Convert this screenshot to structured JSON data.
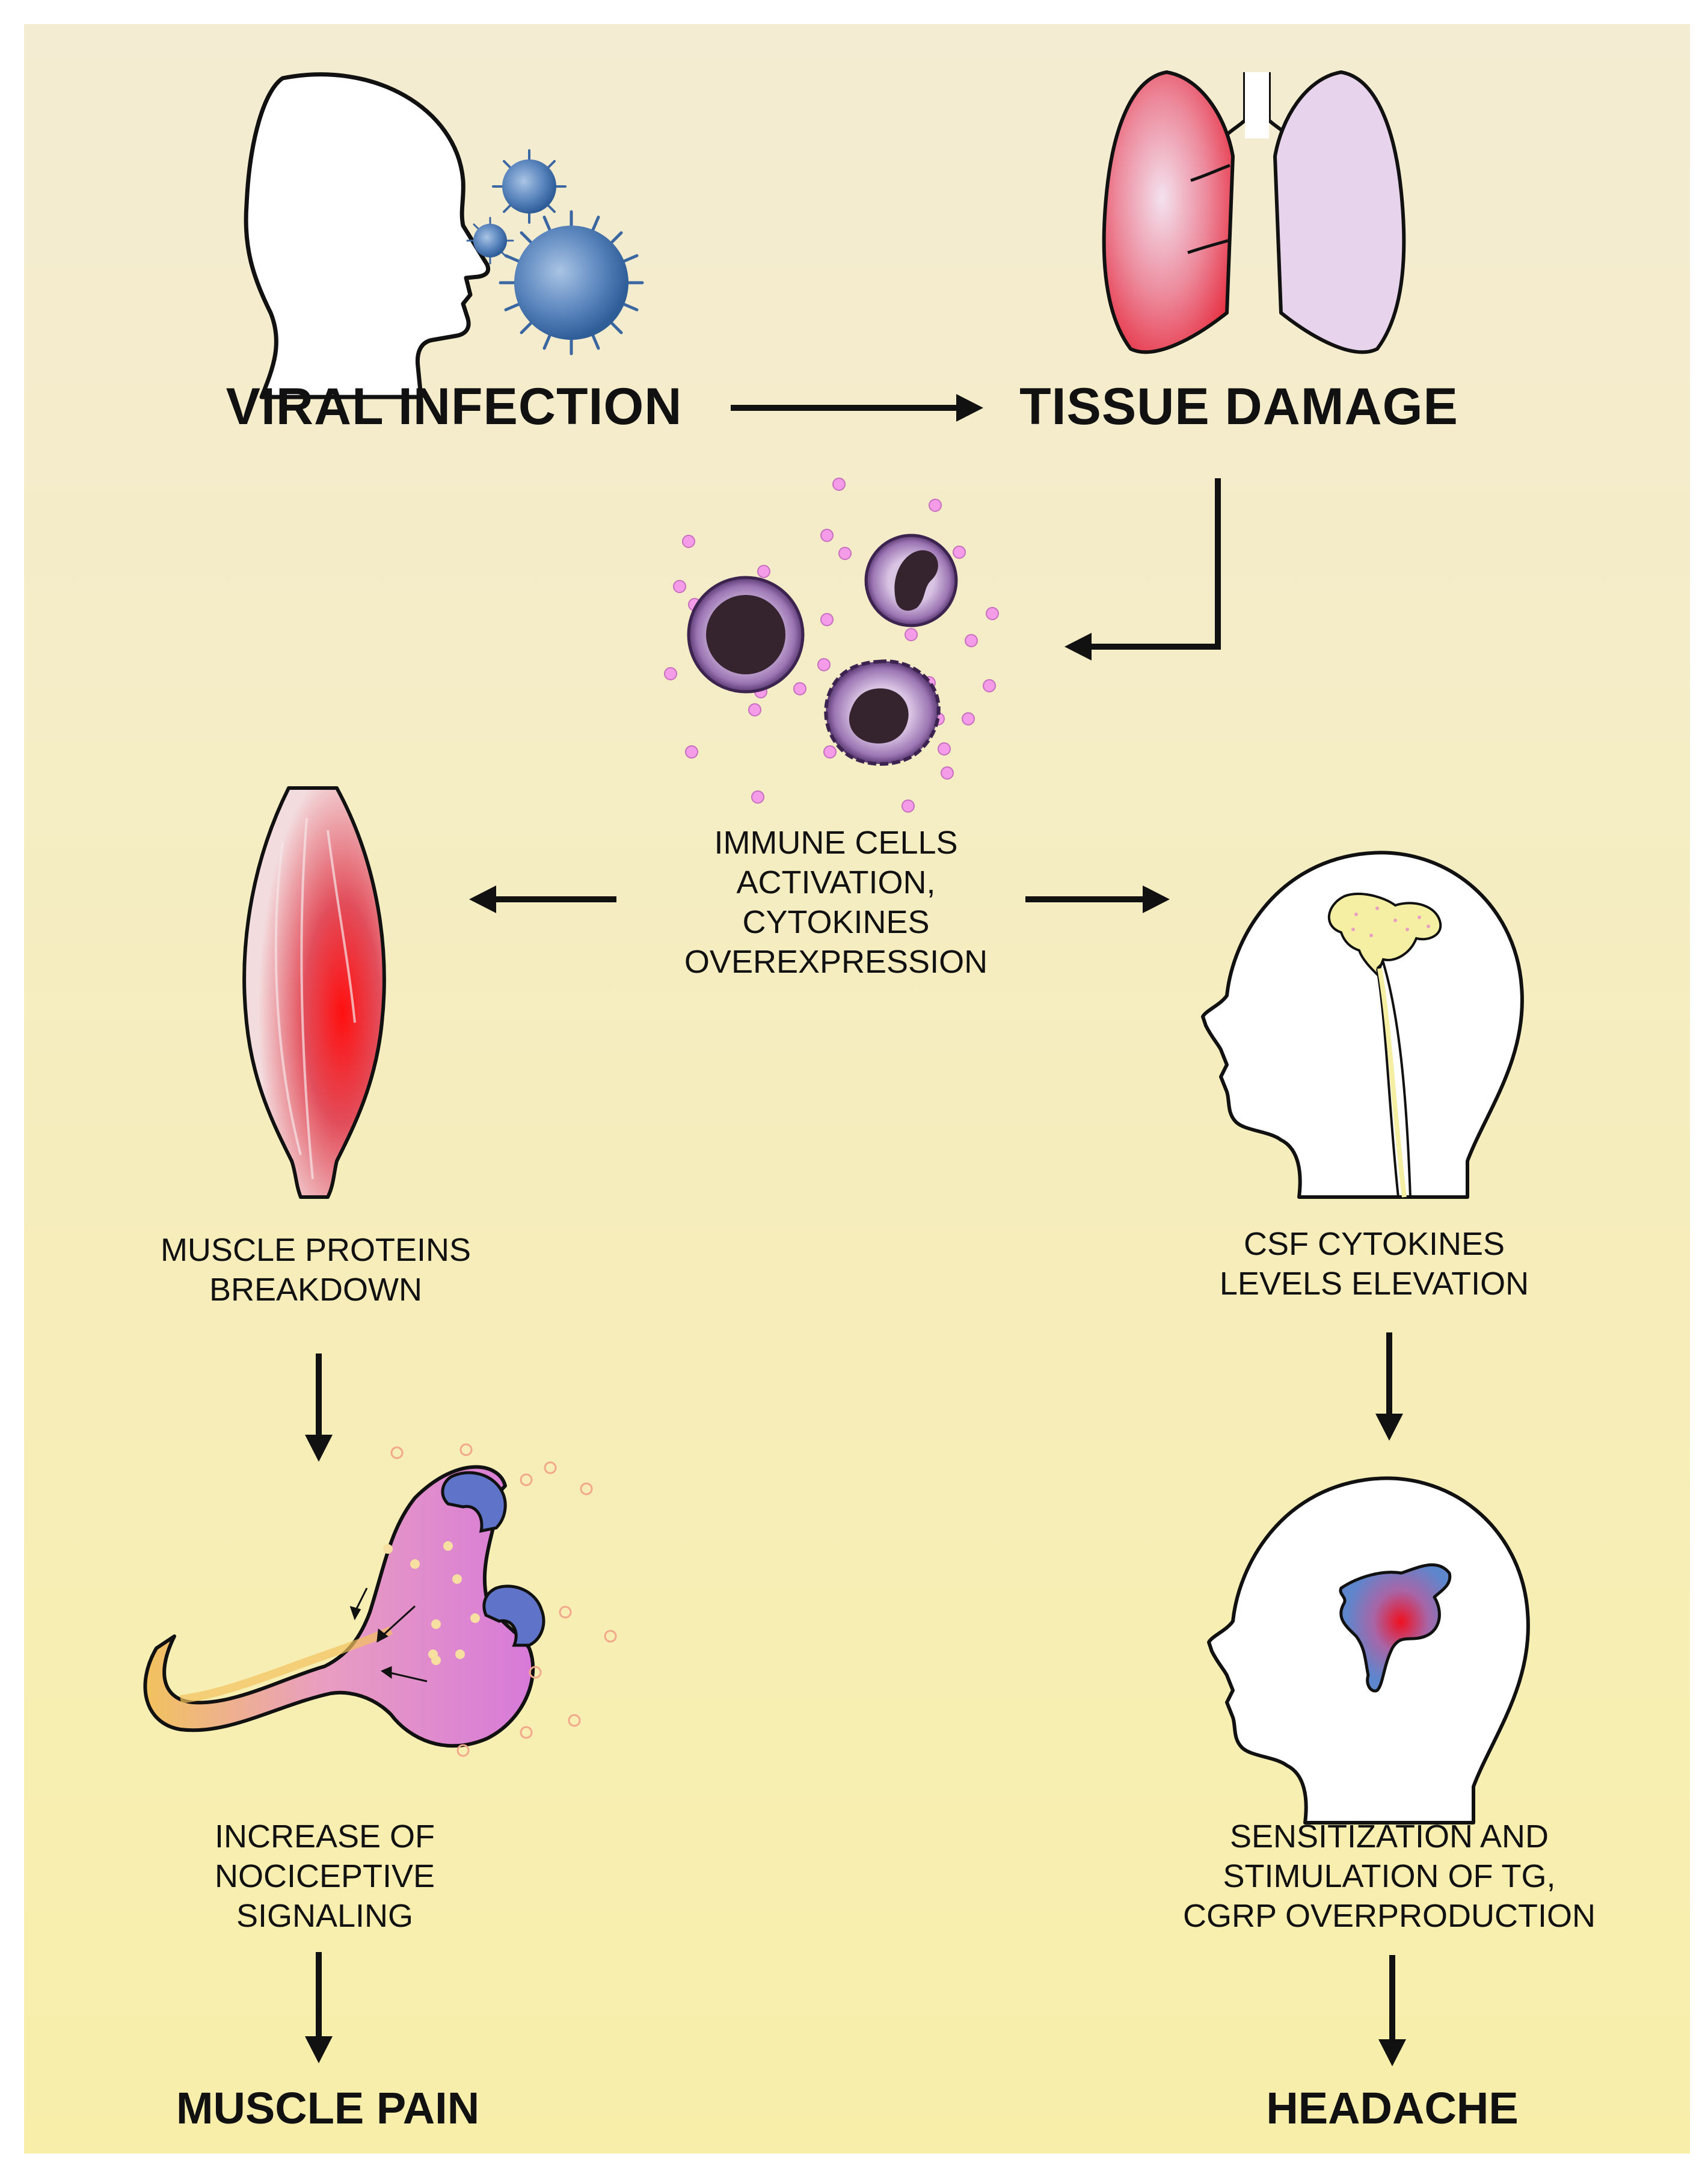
{
  "labels": {
    "viral_infection": "VIRAL INFECTION",
    "tissue_damage": "TISSUE DAMAGE",
    "immune_line1": "IMMUNE CELLS",
    "immune_line2": "ACTIVATION,",
    "immune_line3": "CYTOKINES",
    "immune_line4": "OVEREXPRESSION",
    "muscle_line1": "MUSCLE PROTEINS",
    "muscle_line2": "BREAKDOWN",
    "csf_line1": "CSF CYTOKINES",
    "csf_line2": "LEVELS ELEVATION",
    "noci_line1": "INCREASE OF",
    "noci_line2": "NOCICEPTIVE",
    "noci_line3": "SIGNALING",
    "tg_line1": "SENSITIZATION AND",
    "tg_line2": "STIMULATION OF TG,",
    "tg_line3": "CGRP OVERPRODUCTION",
    "muscle_pain": "MUSCLE PAIN",
    "headache": "HEADACHE"
  },
  "icons": {
    "head_exhaling": "head-exhaling-icon",
    "virus": "virus-icon",
    "lungs": "lungs-icon",
    "immune_cells": "immune-cells-icon",
    "muscle": "muscle-icon",
    "head_brain": "head-brain-icon",
    "nociceptor": "nociceptor-neuron-icon",
    "head_trigeminal": "head-trigeminal-icon"
  },
  "colors": {
    "background_top": "#f3ecd2",
    "background_bottom": "#f8eeaa",
    "virus": "#4f7fb8",
    "lung_damaged": "#e8303c",
    "lung_healthy": "#e8d3ec",
    "immune_cell": "#8a5f9e",
    "cytokine": "#f49ce8",
    "muscle": "#e33a45",
    "neuron": "#d47fd9",
    "receptor": "#5f73c8",
    "brain": "#f4efa2",
    "trigeminal": "#5d86cc"
  }
}
